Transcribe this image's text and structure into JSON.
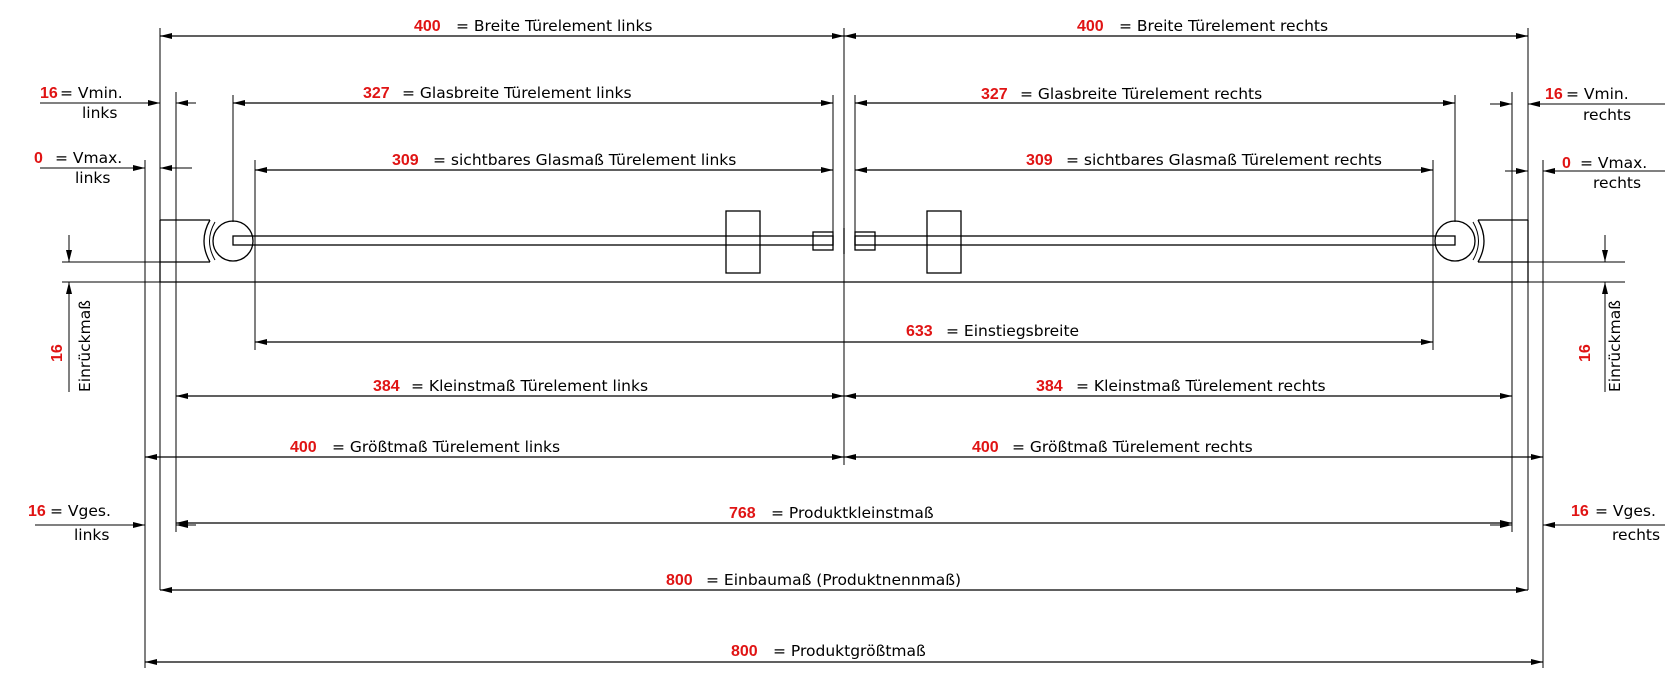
{
  "dimensions": {
    "door_width_left": {
      "value": "400",
      "label": "= Breite Türelement links"
    },
    "door_width_right": {
      "value": "400",
      "label": "= Breite Türelement rechts"
    },
    "glass_width_left": {
      "value": "327",
      "label": "= Glasbreite Türelement links"
    },
    "glass_width_right": {
      "value": "327",
      "label": "= Glasbreite Türelement rechts"
    },
    "visible_glass_left": {
      "value": "309",
      "label": "= sichtbares Glasmaß Türelement links"
    },
    "visible_glass_right": {
      "value": "309",
      "label": "= sichtbares Glasmaß Türelement rechts"
    },
    "entry_width": {
      "value": "633",
      "label": "= Einstiegsbreite"
    },
    "min_door_left": {
      "value": "384",
      "label": "= Kleinstmaß Türelement links"
    },
    "min_door_right": {
      "value": "384",
      "label": "= Kleinstmaß Türelement rechts"
    },
    "max_door_left": {
      "value": "400",
      "label": "= Größtmaß Türelement links"
    },
    "max_door_right": {
      "value": "400",
      "label": "= Größtmaß Türelement rechts"
    },
    "product_min": {
      "value": "768",
      "label": "= Produktkleinstmaß"
    },
    "installation": {
      "value": "800",
      "label": "= Einbaumaß (Produktnennmaß)"
    },
    "product_max": {
      "value": "800",
      "label": "= Produktgrößtmaß"
    }
  },
  "side_dimensions": {
    "vmin_left": {
      "value": "16",
      "line1": "= Vmin.",
      "line2": "links"
    },
    "vmin_right": {
      "value": "16",
      "line1": "= Vmin.",
      "line2": "rechts"
    },
    "vmax_left": {
      "value": "0",
      "line1": "= Vmax.",
      "line2": "links"
    },
    "vmax_right": {
      "value": "0",
      "line1": "= Vmax.",
      "line2": "rechts"
    },
    "vges_left": {
      "value": "16",
      "line1": "= Vges.",
      "line2": "links"
    },
    "vges_right": {
      "value": "16",
      "line1": "= Vges.",
      "line2": "rechts"
    },
    "indent_left": {
      "value": "16",
      "label": "Einrückmaß"
    },
    "indent_right": {
      "value": "16",
      "label": "Einrückmaß"
    }
  },
  "colors": {
    "value_color": "#e01414",
    "line_color": "#000000"
  }
}
